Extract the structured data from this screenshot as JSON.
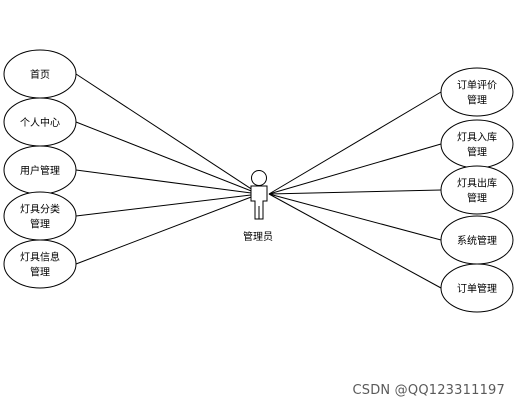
{
  "actor": {
    "label": "管理员",
    "icon": "stick-figure-icon"
  },
  "use_cases_left": [
    {
      "id": "home",
      "lines": [
        "首页"
      ]
    },
    {
      "id": "personal-center",
      "lines": [
        "个人中心"
      ]
    },
    {
      "id": "user-management",
      "lines": [
        "用户管理"
      ]
    },
    {
      "id": "lamp-category-management",
      "lines": [
        "灯具分类",
        "管理"
      ]
    },
    {
      "id": "lamp-info-management",
      "lines": [
        "灯具信息",
        "管理"
      ]
    }
  ],
  "use_cases_right": [
    {
      "id": "order-review-management",
      "lines": [
        "订单评价",
        "管理"
      ]
    },
    {
      "id": "lamp-stock-in-management",
      "lines": [
        "灯具入库",
        "管理"
      ]
    },
    {
      "id": "lamp-stock-out-management",
      "lines": [
        "灯具出库",
        "管理"
      ]
    },
    {
      "id": "system-management",
      "lines": [
        "系统管理"
      ]
    },
    {
      "id": "order-management",
      "lines": [
        "订单管理"
      ]
    }
  ],
  "watermark": "CSDN @QQ123311197"
}
